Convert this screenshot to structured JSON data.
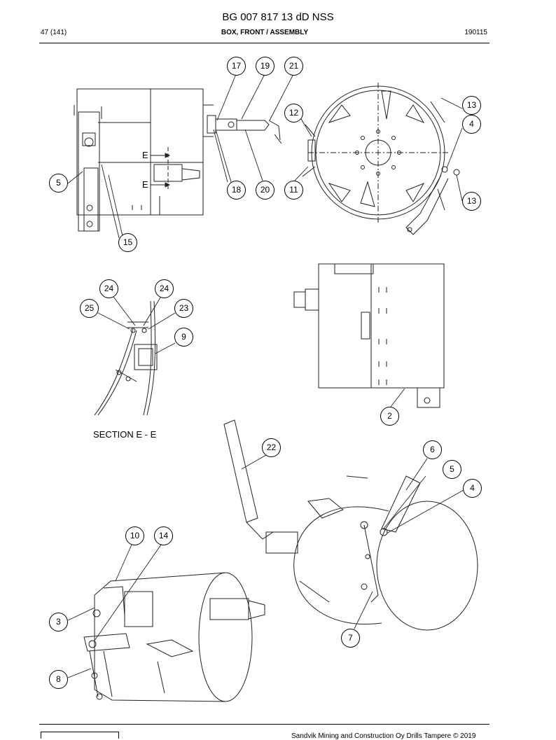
{
  "header": {
    "title": "BG 007 817 13 dD NSS",
    "page": "47 (141)",
    "section": "BOX, FRONT / ASSEMBLY",
    "code": "190115"
  },
  "section_label": "SECTION E - E",
  "section_marks": [
    "E",
    "E"
  ],
  "footer": {
    "copyright": "Sandvik Mining and Construction Oy Drills Tampere © 2019"
  },
  "callouts": [
    "17",
    "19",
    "21",
    "12",
    "13",
    "4",
    "5",
    "18",
    "20",
    "11",
    "13",
    "15",
    "24",
    "24",
    "25",
    "23",
    "9",
    "2",
    "22",
    "6",
    "5",
    "4",
    "10",
    "14",
    "3",
    "8",
    "7"
  ]
}
